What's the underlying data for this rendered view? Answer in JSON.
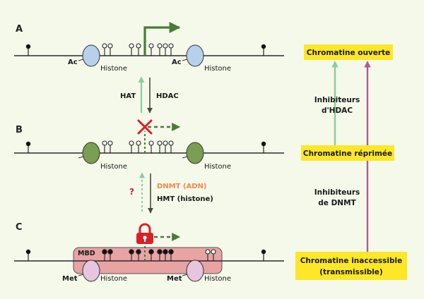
{
  "colors": {
    "background": "#f4f9ea",
    "box_fill": "#fde726",
    "arrow_green": "#8ccba0",
    "arrow_magenta": "#b25a8e",
    "dnmt_orange": "#f08a4b",
    "mbd_fill": "#e8a3a3",
    "lock_red": "#d9202a",
    "histone_blue": "#b8d0ea",
    "histone_green": "#7a9e52",
    "histone_pink": "#e8c5de",
    "transcription_green": "#4a7a3a"
  },
  "rows": {
    "a": {
      "letter": "A",
      "histone_left": "Histone",
      "histone_right": "Histone",
      "mod_left": "Ac",
      "mod_right": "Ac"
    },
    "b": {
      "letter": "B",
      "histone_left": "Histone",
      "histone_right": "Histone"
    },
    "c": {
      "letter": "C",
      "histone_left": "Histone",
      "histone_right": "Histone",
      "mod_left": "Met",
      "mod_right": "Met",
      "mbd": "MBD"
    }
  },
  "transitions": {
    "hat": "HAT",
    "hdac": "HDAC",
    "question": "?",
    "dnmt": "DNMT (ADN)",
    "hmt": "HMT (histone)"
  },
  "states": {
    "open": "Chromatine ouverte",
    "repressed": "Chromatine réprimée",
    "inaccessible_line1": "Chromatine inaccessible",
    "inaccessible_line2": "(transmissible)"
  },
  "inhibitors": {
    "hdac_line1": "Inhibiteurs",
    "hdac_line2": "d'HDAC",
    "dnmt_line1": "Inhibiteurs",
    "dnmt_line2": "de DNMT"
  }
}
